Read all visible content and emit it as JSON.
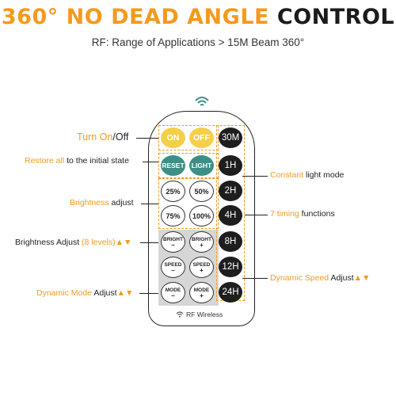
{
  "title": {
    "accent": "360° NO DEAD ANGLE",
    "dark": "CONTROL"
  },
  "subtitle": "RF: Range of Applications > 15M Beam 360°",
  "remote": {
    "on": "ON",
    "off": "OFF",
    "reset": "RESET",
    "light": "LIGHT",
    "b25": "25%",
    "b50": "50%",
    "b75": "75%",
    "b100": "100%",
    "bright_minus": {
      "label": "BRIGHT",
      "sign": "−"
    },
    "bright_plus": {
      "label": "BRIGHT",
      "sign": "+"
    },
    "speed_minus": {
      "label": "SPEED",
      "sign": "−"
    },
    "speed_plus": {
      "label": "SPEED",
      "sign": "+"
    },
    "mode_minus": {
      "label": "MODE",
      "sign": "−"
    },
    "mode_plus": {
      "label": "MODE",
      "sign": "+"
    },
    "timers": [
      "30M",
      "1H",
      "2H",
      "4H",
      "8H",
      "12H",
      "24H"
    ],
    "rf_wireless": "RF Wireless"
  },
  "callouts": {
    "turn_on": {
      "a": "Turn On",
      "b": "/Off"
    },
    "restore": {
      "a": "Restore all",
      "b": " to the initial state"
    },
    "brightness": {
      "a": "Brightness",
      "b": " adjust"
    },
    "brightness_8": {
      "a": "Brightness Adjust ",
      "b": "(8 levels)",
      "c": "▲▼"
    },
    "dynamic_mode": {
      "a": "Dynamic Mode",
      "b": " Adjust",
      "c": "▲▼"
    },
    "constant": {
      "a": "Constant",
      "b": " light mode"
    },
    "timing": {
      "a": "7 timing",
      "b": " functions"
    },
    "dynamic_speed": {
      "a": "Dynamic Speed",
      "b": " Adjust",
      "c": "▲▼"
    }
  },
  "colors": {
    "accent": "#f39a1e",
    "yellow": "#f6cf4a",
    "teal": "#3d8f86",
    "timer": "#1e1e1e",
    "panel": "#d6d6d6"
  }
}
